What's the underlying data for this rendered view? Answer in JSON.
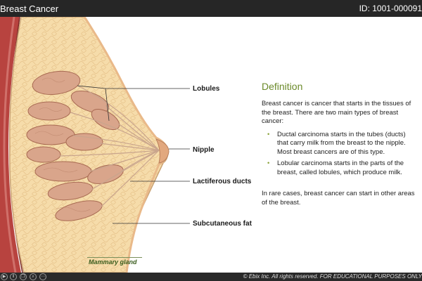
{
  "header": {
    "title": "Breast Cancer",
    "id": "ID: 1001-000091"
  },
  "illustration": {
    "labels": {
      "lobules": "Lobules",
      "nipple": "Nipple",
      "ducts": "Lactiferous ducts",
      "fat": "Subcutaneous fat",
      "gland": "Mammary gland"
    }
  },
  "definition": {
    "heading": "Definition",
    "intro": "Breast cancer is cancer that starts in the tissues of the breast. There are two main types of breast cancer:",
    "types": [
      "Ductal carcinoma starts in the tubes (ducts) that carry milk from the breast to the nipple. Most breast cancers are of this type.",
      "Lobular carcinoma starts in the parts of the breast, called lobules, which produce milk."
    ],
    "closing": "In rare cases, breast cancer can start in other areas of the breast."
  },
  "footer": {
    "copyright": "© Ebix Inc. All rights reserved. FOR EDUCATIONAL PURPOSES ONLY",
    "controls": [
      "play-icon",
      "pause-icon",
      "copy-icon",
      "search-icon",
      "more-icon"
    ]
  },
  "colors": {
    "header_bg": "#262626",
    "heading_green": "#6b8a2a",
    "bullet_green": "#8aa33a",
    "skin": "#f4d9a4",
    "muscle": "#b8433f",
    "lobule": "#d9a58b"
  }
}
